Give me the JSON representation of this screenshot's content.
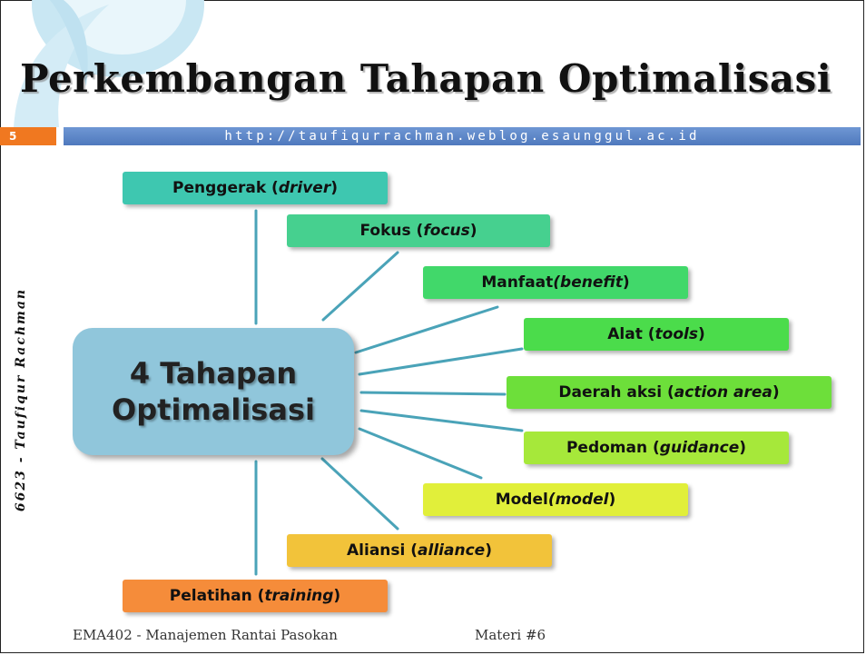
{
  "title": "Perkembangan Tahapan Optimalisasi",
  "slide_number": "5",
  "url": "http://taufiqurrachman.weblog.esaunggul.ac.id",
  "side_text": "6623 - Taufiqur Rachman",
  "center": {
    "line1": "4 Tahapan",
    "line2": "Optimalisasi"
  },
  "nodes": [
    {
      "label": "Penggerak (",
      "term": "driver",
      "suffix": ")"
    },
    {
      "label": "Fokus (",
      "term": "focus",
      "suffix": ")"
    },
    {
      "label": "Manfaat ",
      "term": "(benefit",
      "suffix": ")"
    },
    {
      "label": "Alat (",
      "term": "tools",
      "suffix": ")"
    },
    {
      "label": "Daerah aksi (",
      "term": "action area",
      "suffix": ")"
    },
    {
      "label": "Pedoman (",
      "term": "guidance",
      "suffix": ")"
    },
    {
      "label": "Model ",
      "term": "(model",
      "suffix": ")"
    },
    {
      "label": "Aliansi (",
      "term": "alliance",
      "suffix": ")"
    },
    {
      "label": "Pelatihan (",
      "term": "training",
      "suffix": ")"
    }
  ],
  "colors": {
    "center": "#90c6db",
    "connector": "#4aa3b8",
    "nodes": [
      "#3ec7b0",
      "#46d08f",
      "#41d86a",
      "#4bdc4b",
      "#6ddf3a",
      "#a6e83a",
      "#e1ef3a",
      "#f2c33a",
      "#f58c3a"
    ]
  },
  "footer": {
    "course": "EMA402 - Manajemen Rantai Pasokan",
    "session": "Materi #6"
  }
}
